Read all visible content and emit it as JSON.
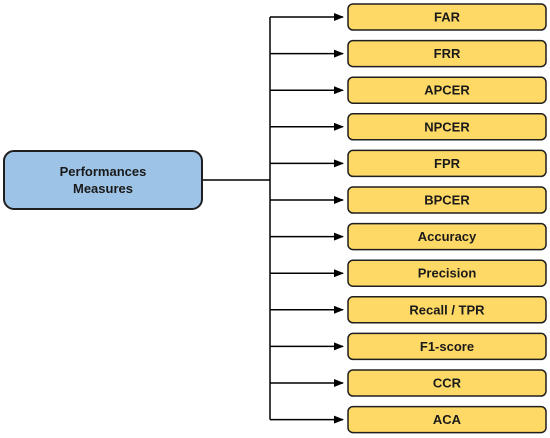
{
  "root": {
    "lines": [
      "Performances",
      "Measures"
    ],
    "fill": "#9dc3e6",
    "stroke": "#1f1f1f"
  },
  "measures": [
    "FAR",
    "FRR",
    "APCER",
    "NPCER",
    "FPR",
    "BPCER",
    "Accuracy",
    "Precision",
    "Recall / TPR",
    "F1-score",
    "CCR",
    "ACA"
  ],
  "colors": {
    "measure_fill": "#ffd966",
    "measure_stroke": "#1f1f1f",
    "connector": "#000000"
  }
}
